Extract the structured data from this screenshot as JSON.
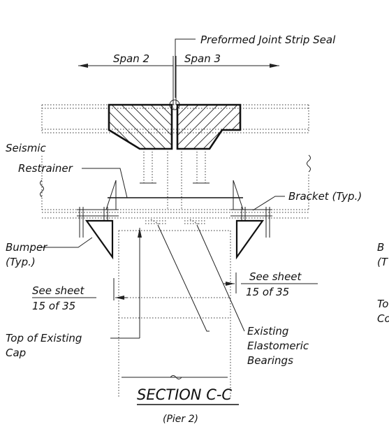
{
  "labels": {
    "joint_seal": "Preformed Joint Strip Seal",
    "span2": "Span 2",
    "span3": "Span 3",
    "seismic_line1": "Seismic",
    "seismic_line2": "Restrainer",
    "bracket": "Bracket (Typ.)",
    "bumper_line1": "Bumper",
    "bumper_line2": "(Typ.)",
    "see_sheet_left_line1": "See sheet",
    "see_sheet_left_line2": "15 of 35",
    "see_sheet_right_line1": "See sheet",
    "see_sheet_right_line2": "15 of 35",
    "top_cap_line1": "Top of Existing",
    "top_cap_line2": "Cap",
    "bearings_line1": "Existing",
    "bearings_line2": "Elastomeric",
    "bearings_line3": "Bearings",
    "cut_right_1": "B",
    "cut_right_2": "(T",
    "cut_right_3": "To",
    "cut_right_4": "Co",
    "section_title": "SECTION C-C",
    "section_subtitle": "(Pier 2)"
  }
}
